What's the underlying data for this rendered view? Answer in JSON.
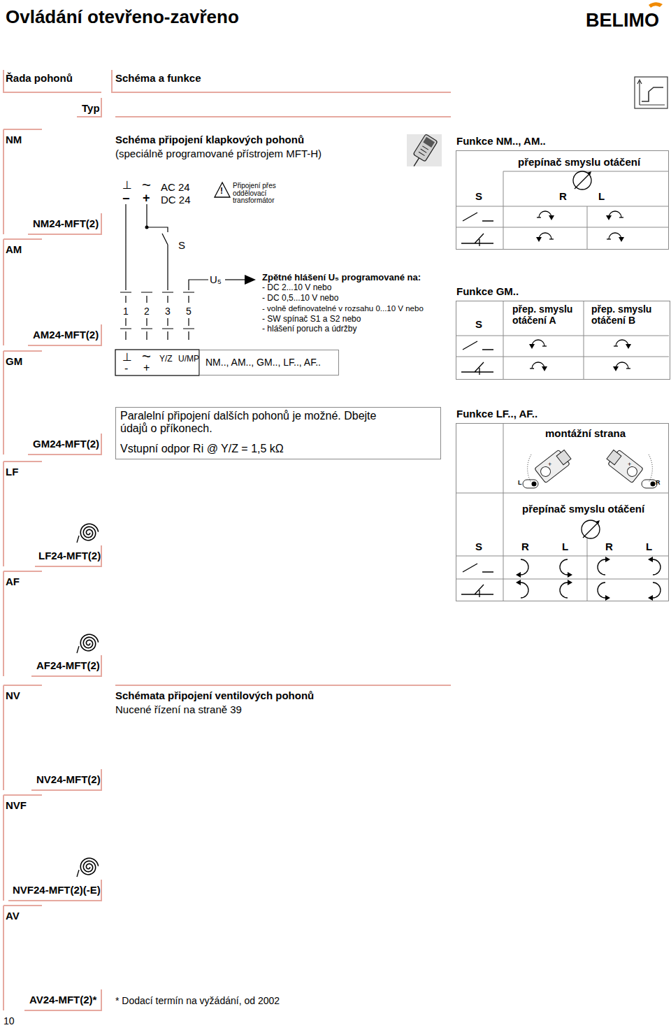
{
  "diagram": {
    "title": "Ovládání otevřeno-zavřeno",
    "nodes": [
      {
        "text": [
          "NM.., AM.., GM.., LF.., AF.."
        ]
      },
      {
        "text": [
          "Paralelní připojení dalších pohonů je možné. Dbejte údajů o příkonech.",
          "Vstupní odpor Ri @ Y/Z = 1,5 kΩ"
        ]
      },
      {
        "text": [
          "Funkce NM.., AM..",
          "přepínač smyslu otáčení"
        ]
      },
      {
        "text": [
          "Funkce GM..",
          "přep. smyslu otáčení A",
          "přep. smyslu otáčení B"
        ]
      },
      {
        "text": [
          "Funkce LF.., AF..",
          "montážní strana",
          "přepínač smyslu otáčení"
        ]
      }
    ],
    "labels": [
      "Řada pohonů",
      "Schéma a funkce",
      "Typ",
      "NM",
      "Schéma připojení klapkových pohonů",
      "(speciálně programované přístrojem MFT-H)",
      "⊥",
      "~",
      "AC 24",
      "−",
      "+",
      "DC 24",
      "!",
      "Připojení přes oddělovací transformátor",
      "NM24-MFT(2)",
      "AM",
      "S",
      "U₅",
      "Zpětné hlášení U₅ programované na:",
      "- DC 2...10 V nebo",
      "- DC 0,5...10 V nebo",
      "- volně definovatelné v rozsahu 0...10 V nebo",
      "- SW spínač S1 a S2 nebo",
      "- hlášení poruch a údržby",
      "1",
      "2",
      "3",
      "5",
      "AM24-MFT(2)",
      "GM",
      "⊥",
      "-",
      "~",
      "+",
      "Y/Z",
      "U/MP",
      "GM24-MFT(2)",
      "LF",
      "LF24-MFT(2)",
      "AF",
      "AF24-MFT(2)",
      "NV",
      "Schémata připojení ventilových pohonů",
      "Nucené řízení na straně 39",
      "NV24-MFT(2)",
      "NVF",
      "NVF24-MFT(2)(-E)",
      "AV",
      "AV24-MFT(2)*",
      "* Dodací termín na vyžádání, od 2002",
      "10",
      "BELIMO",
      "S",
      "R",
      "L",
      "S",
      "S",
      "R",
      "L",
      "R",
      "L",
      "L",
      "R",
      "+",
      "+"
    ]
  }
}
